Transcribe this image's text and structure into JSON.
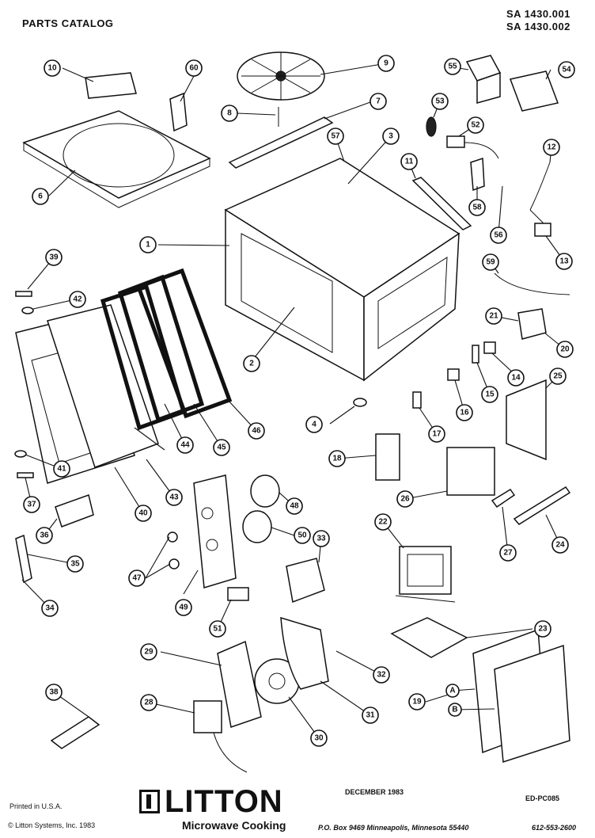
{
  "header": {
    "title": "PARTS CATALOG",
    "model_1": "SA 1430.001",
    "model_2": "SA 1430.002"
  },
  "diagram": {
    "callouts": [
      "1",
      "2",
      "3",
      "4",
      "6",
      "7",
      "8",
      "9",
      "10",
      "11",
      "12",
      "13",
      "14",
      "15",
      "16",
      "17",
      "18",
      "19",
      "A",
      "B",
      "20",
      "21",
      "22",
      "23",
      "24",
      "25",
      "26",
      "27",
      "28",
      "29",
      "30",
      "31",
      "32",
      "33",
      "34",
      "35",
      "36",
      "37",
      "38",
      "39",
      "40",
      "41",
      "42",
      "43",
      "44",
      "45",
      "46",
      "47",
      "48",
      "49",
      "50",
      "51",
      "52",
      "53",
      "54",
      "55",
      "56",
      "57",
      "58",
      "59",
      "60"
    ]
  },
  "footer": {
    "printed": "Printed in U.S.A.",
    "copyright": "© Litton Systems, Inc. 1983",
    "brand": "LITTON",
    "brand_sub": "Microwave Cooking",
    "date": "DECEMBER 1983",
    "doc_code": "ED-PC085",
    "address": "P.O. Box 9469 Minneapolis, Minnesota 55440",
    "phone": "612-553-2600"
  }
}
